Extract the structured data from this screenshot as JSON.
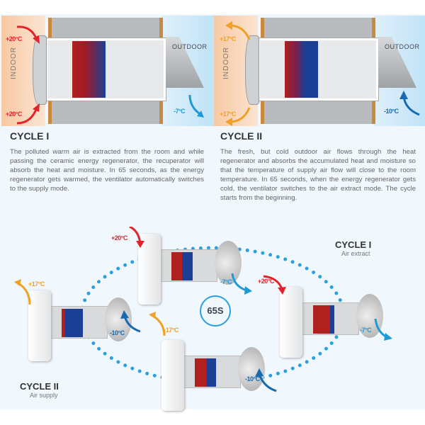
{
  "top_diagrams": [
    {
      "indoor_label": "INDOOR",
      "outdoor_label": "OUTDOOR",
      "temp_in_top": "+20°C",
      "temp_in_bottom": "+20°C",
      "temp_out": "-7°C"
    },
    {
      "indoor_label": "INDOOR",
      "outdoor_label": "OUTDOOR",
      "temp_in_top": "+17°C",
      "temp_in_bottom": "+17°C",
      "temp_out": "-10°C"
    }
  ],
  "cycles": [
    {
      "title": "CYCLE I",
      "text": "The polluted warm air is extracted from the room and while passing the ceramic energy regenerator, the recuperator will absorb the heat and moisture. In 65 seconds, as the energy regenerator gets warmed, the ventilator automatically switches to the supply mode."
    },
    {
      "title": "CYCLE II",
      "text": "The fresh, but cold outdoor air flows through the heat regenerator and absorbs the accumulated heat and moisture so that the temperature of supply air flow will close to the room temperature. In 65 seconds, when the energy regenerator gets cold, the ventilator switches to the air extract mode. The cycle starts from the beginning."
    }
  ],
  "bottom": {
    "cycle1_title": "CYCLE I",
    "cycle1_sub": "Air extract",
    "cycle2_title": "CYCLE II",
    "cycle2_sub": "Air supply",
    "timer": "65S",
    "temps": {
      "t1": "+20°C",
      "t2": "-7°C",
      "t3": "+20°C",
      "t4": "-7°C",
      "t5": "+17°C",
      "t6": "-10°C",
      "t7": "+17°C",
      "t8": "-10°C"
    }
  },
  "colors": {
    "warm": "#e3232b",
    "cold": "#1e9ad6",
    "supply": "#f0a024",
    "background": "#f0f7fd"
  }
}
